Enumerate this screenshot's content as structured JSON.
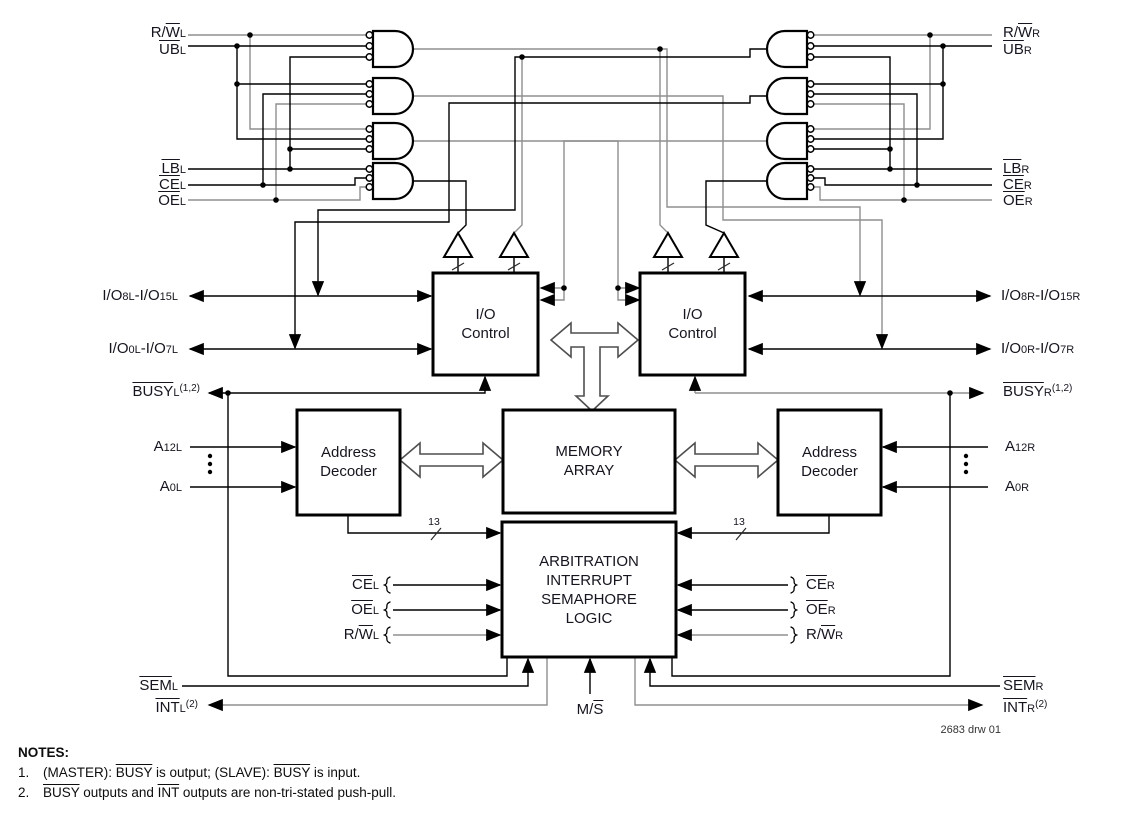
{
  "diagram": {
    "caption": "2683 drw 01",
    "bus_width_label": "13",
    "blocks": {
      "io_control_left": {
        "lines": [
          "I/O",
          "Control"
        ]
      },
      "io_control_right": {
        "lines": [
          "I/O",
          "Control"
        ]
      },
      "memory_array": {
        "lines": [
          "MEMORY",
          "ARRAY"
        ]
      },
      "address_decoder_left": {
        "lines": [
          "Address",
          "Decoder"
        ]
      },
      "address_decoder_right": {
        "lines": [
          "Address",
          "Decoder"
        ]
      },
      "arbitration": {
        "lines": [
          "ARBITRATION",
          "INTERRUPT",
          "SEMAPHORE",
          "LOGIC"
        ]
      }
    },
    "signals": {
      "rw_l": "R/[W]~L~",
      "ub_l": "[UB]~L~",
      "lb_l": "[LB]~L~",
      "ce_l": "[CE]~L~",
      "oe_l": "[OE]~L~",
      "io_hi_l": "I/O~8L~-I/O~15L~",
      "io_lo_l": "I/O~0L~-I/O~7L~",
      "busy_l": "[BUSY]~L~^(1,2)^",
      "a_hi_l": "A~12L~",
      "a_lo_l": "A~0L~",
      "arb_ce_l": "[CE]~L~",
      "arb_oe_l": "[OE]~L~",
      "arb_rw_l": "R/[W]~L~",
      "sem_l": "[SEM]~L~",
      "int_l": "[INT]~L~^(2)^",
      "ms": "M/[S]",
      "rw_r": "R/[W]~R~",
      "ub_r": "[UB]~R~",
      "lb_r": "[LB]~R~",
      "ce_r": "[CE]~R~",
      "oe_r": "[OE]~R~",
      "io_hi_r": "I/O~8R~-I/O~15R~",
      "io_lo_r": "I/O~0R~-I/O~7R~",
      "busy_r": "[BUSY]~R~^(1,2)^",
      "a_hi_r": "A~12R~",
      "a_lo_r": "A~0R~",
      "arb_ce_r": "[CE]~R~",
      "arb_oe_r": "[OE]~R~",
      "arb_rw_r": "R/[W]~R~",
      "sem_r": "[SEM]~R~",
      "int_r": "[INT]~R~^(2)^"
    },
    "notes": {
      "heading": "NOTES:",
      "items": [
        {
          "num": "1.",
          "text": "(MASTER): [BUSY] is output; (SLAVE): [BUSY] is input."
        },
        {
          "num": "2.",
          "text": "[BUSY] outputs and [INT] outputs are non-tri-stated push-pull."
        }
      ]
    },
    "colors": {
      "wire_black": "#000000",
      "wire_gray": "#8f8f8f",
      "text": "#15151f"
    }
  }
}
